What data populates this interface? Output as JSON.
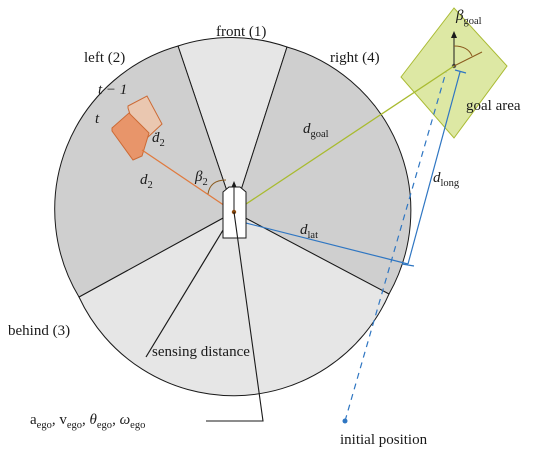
{
  "sectors": {
    "front": "front (1)",
    "left": "left (2)",
    "behind": "behind (3)",
    "right": "right (4)"
  },
  "labels": {
    "sensing_distance": "sensing distance",
    "goal_area": "goal area",
    "initial_position": "initial position"
  },
  "ego_state": {
    "a": "a",
    "a_sub": "ego",
    "v": "v",
    "v_sub": "ego",
    "theta": "θ",
    "theta_sub": "ego",
    "omega": "ω",
    "omega_sub": "ego",
    "sep": ", "
  },
  "math": {
    "t_prev": "t − 1",
    "t": "t",
    "d": "d",
    "d2_sub": "2",
    "d2dot": "ḋ",
    "beta": "β",
    "beta2_sub": "2",
    "beta_goal_sub": "goal",
    "d_goal_sub": "goal",
    "d_lat_sub": "lat",
    "d_long_sub": "long"
  },
  "colors": {
    "sector_dark": "#cfcfcf",
    "sector_light": "#e6e6e6",
    "goal_fill": "#d9e59a",
    "goal_stroke": "#aabb33",
    "goal_line": "#a9bb30",
    "obstacle_fill": "#e8956a",
    "obstacle_stroke": "#cc6a35",
    "lateral_line": "#2f76c2"
  }
}
